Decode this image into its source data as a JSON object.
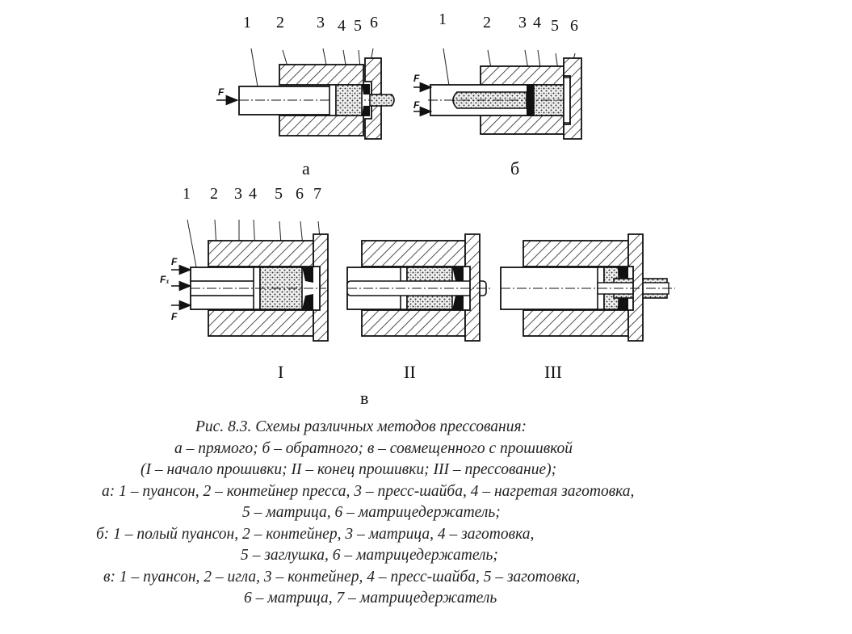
{
  "diagram_a": {
    "part_labels": [
      "1",
      "2",
      "3",
      "4",
      "5",
      "6"
    ],
    "sublabel": "а",
    "force": "F"
  },
  "diagram_b": {
    "part_labels": [
      "1",
      "2",
      "3",
      "4",
      "5",
      "6"
    ],
    "sublabel": "б",
    "force": "F"
  },
  "diagram_v": {
    "part_labels": [
      "1",
      "2",
      "3",
      "4",
      "5",
      "6",
      "7"
    ],
    "stage_labels": [
      "I",
      "II",
      "III"
    ],
    "sublabel": "в",
    "force": "F",
    "force_inner": "F₁"
  },
  "caption": [
    "Рис. 8.3. Схемы различных методов прессования:",
    "а – прямого;  б – обратного;   в – совмещенного с прошивкой",
    "(I – начало прошивки; II – конец прошивки; III – прессование);",
    "а: 1 – пуансон, 2 – контейнер пресса, 3 – пресс-шайба, 4 – нагретая заготовка,",
    "5 – матрица, 6 – матрицедержатель;",
    "б: 1 – полый пуансон, 2 – контейнер, 3 – матрица, 4 – заготовка,",
    "5 – заглушка, 6 – матрицедержатель;",
    "в: 1 – пуансон, 2 – игла, 3 – контейнер, 4 – пресс-шайба, 5 – заготовка,",
    "6 – матрица, 7 – матрицедержатель"
  ]
}
